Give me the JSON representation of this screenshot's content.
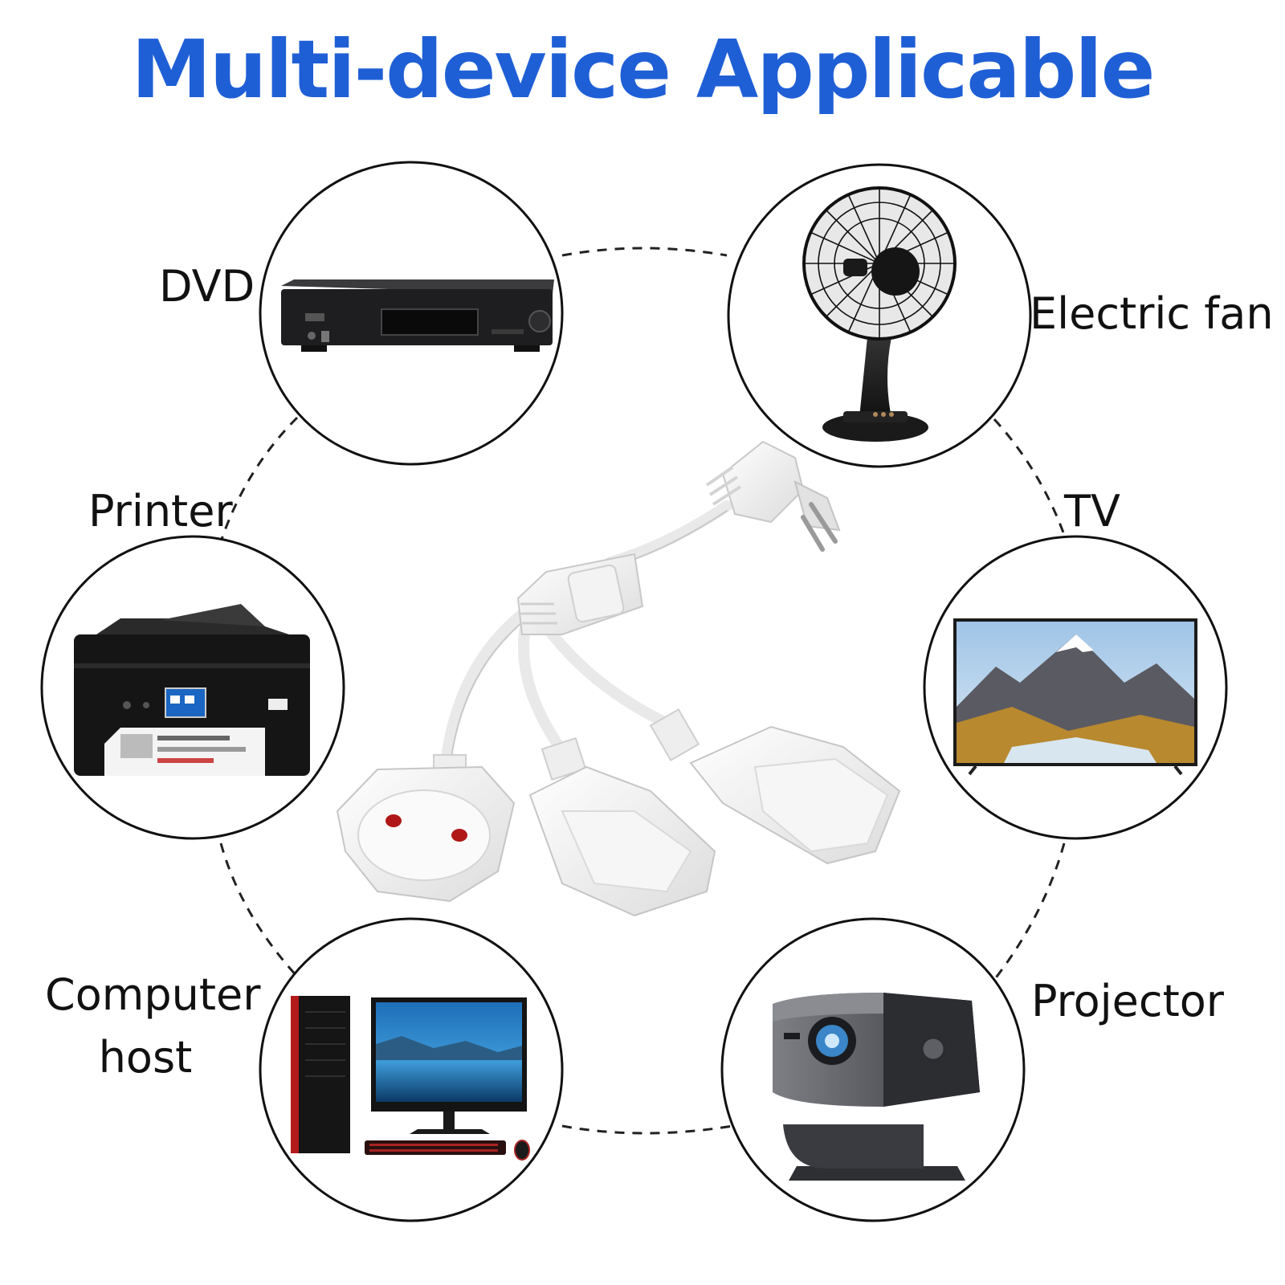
{
  "title": "Multi-device Applicable",
  "colors": {
    "title": "#1f5fd6",
    "ring": "#111111",
    "cable": "#f2f2f2"
  },
  "devices": [
    {
      "id": "dvd",
      "label": "DVD",
      "icon": "dvd-player-icon"
    },
    {
      "id": "fan",
      "label": "Electric fan",
      "icon": "electric-fan-icon"
    },
    {
      "id": "printer",
      "label": "Printer",
      "icon": "printer-icon"
    },
    {
      "id": "tv",
      "label": "TV",
      "icon": "tv-icon"
    },
    {
      "id": "computer",
      "label_line1": "Computer",
      "label_line2": "host",
      "icon": "computer-icon"
    },
    {
      "id": "projector",
      "label": "Projector",
      "icon": "projector-icon"
    }
  ],
  "center_product": {
    "icon": "power-splitter-cable-icon"
  }
}
